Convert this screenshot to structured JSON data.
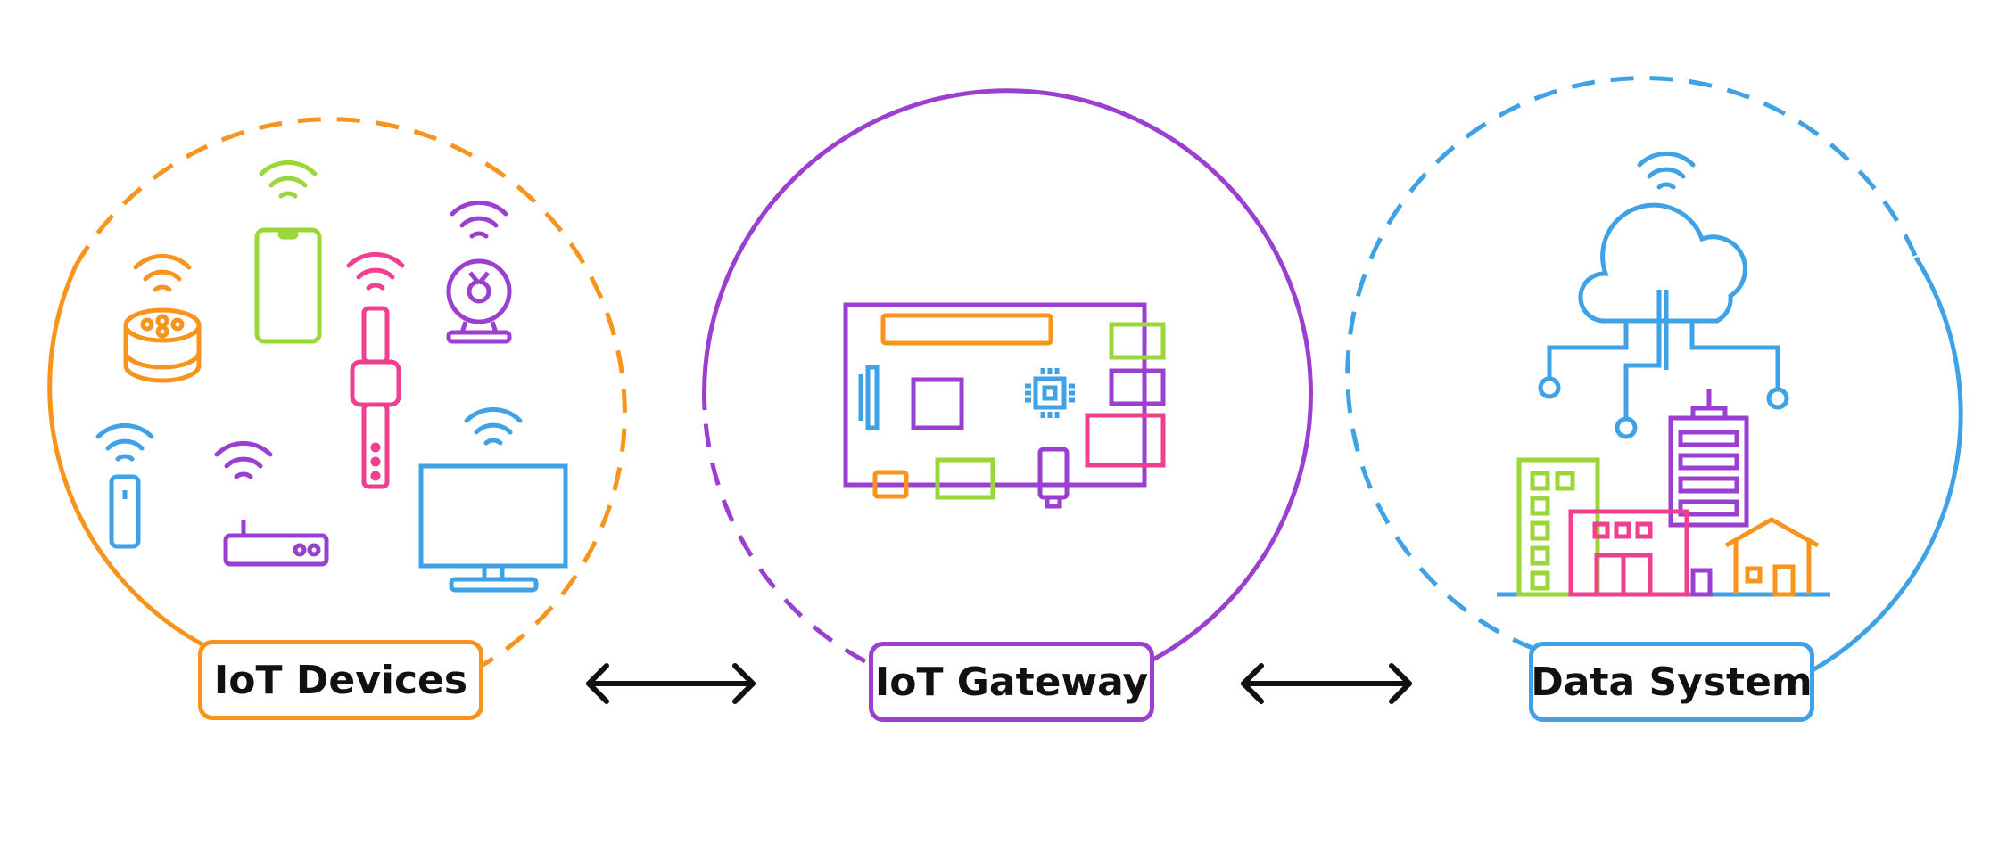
{
  "nodes": [
    {
      "label": "IoT Devices",
      "color": "#F7941D"
    },
    {
      "label": "IoT Gateway",
      "color": "#9B3FD1"
    },
    {
      "label": "Data System",
      "color": "#3FA2E6"
    }
  ],
  "colors": {
    "orange": "#F7941D",
    "purple": "#9B3FD1",
    "blue": "#3FA2E6",
    "green": "#9BD63A",
    "pink": "#EF3F8F",
    "arrow": "#111111"
  },
  "icons": {
    "devices": [
      "smart-speaker-icon",
      "smartphone-icon",
      "smartwatch-icon",
      "webcam-icon",
      "sensor-icon",
      "router-icon",
      "monitor-icon"
    ],
    "gateway": [
      "circuit-board-icon"
    ],
    "data_system": [
      "cloud-network-icon",
      "city-buildings-icon"
    ]
  }
}
